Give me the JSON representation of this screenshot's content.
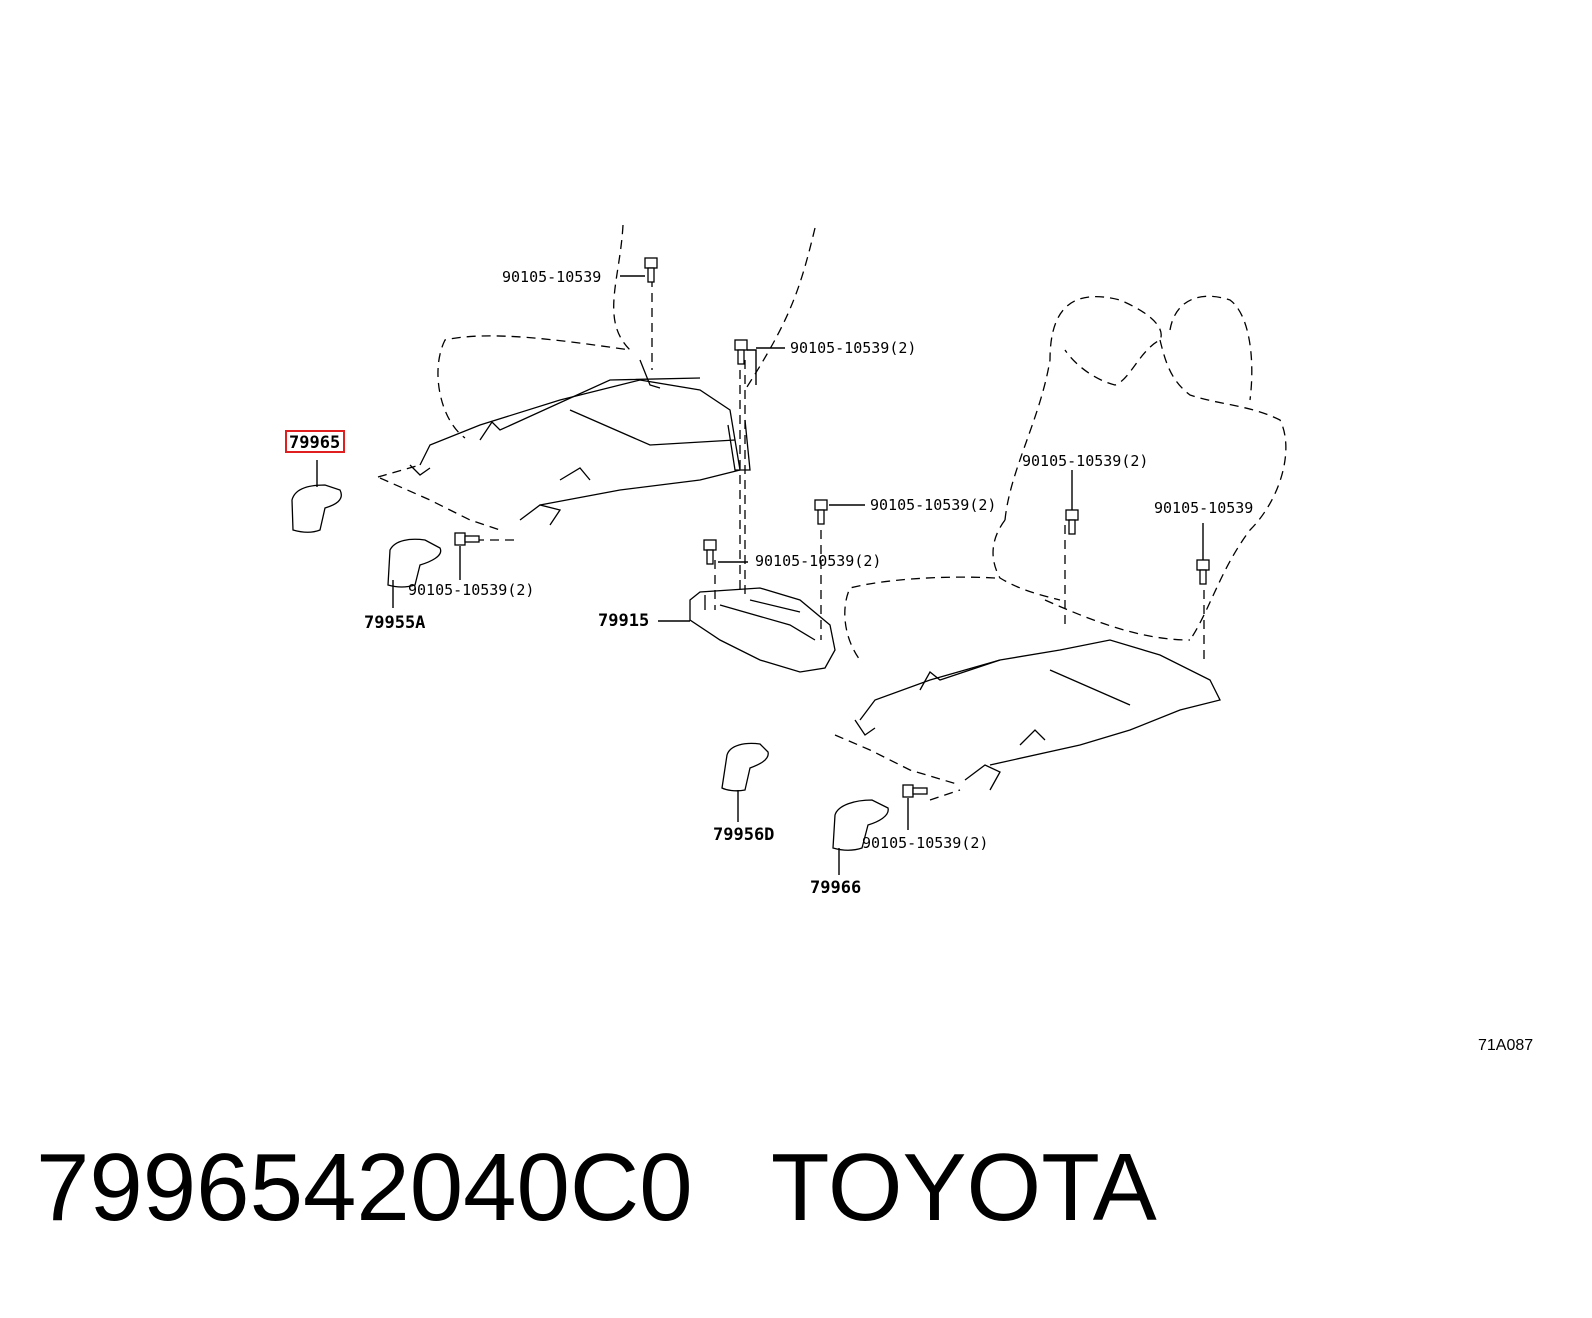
{
  "diagram": {
    "callouts": {
      "c_top": "90105-10539",
      "c_top_right": "90105-10539(2)",
      "c_mid_right": "90105-10539(2)",
      "c_mid": "90105-10539(2)",
      "c_left_bolt": "90105-10539(2)",
      "c_seat_center": "90105-10539(2)",
      "c_seat_right": "90105-10539",
      "c_bottom_bolt": "90105-10539(2)",
      "p_79965": "79965",
      "p_79955A": "79955A",
      "p_79915": "79915",
      "p_79956D": "79956D",
      "p_79966": "79966"
    },
    "figure_code": "71A087",
    "highlight_color": "#e02020"
  },
  "footer": {
    "part_number": "7996542040C0",
    "brand": "TOYOTA"
  }
}
